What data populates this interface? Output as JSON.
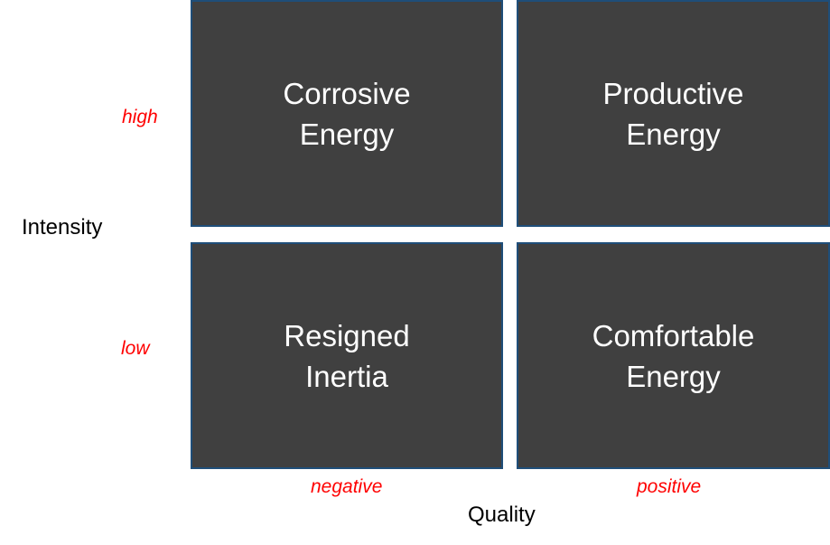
{
  "quadrants": {
    "top_left": "Corrosive\nEnergy",
    "top_right": "Productive\nEnergy",
    "bottom_left": "Resigned\nInertia",
    "bottom_right": "Comfortable\nEnergy"
  },
  "y_axis": {
    "title": "Intensity",
    "high": "high",
    "low": "low"
  },
  "x_axis": {
    "title": "Quality",
    "negative": "negative",
    "positive": "positive"
  },
  "colors": {
    "quadrant_fill": "#404040",
    "quadrant_border": "#1f4e79",
    "quadrant_text": "#ffffff",
    "tick_label": "#ff0000",
    "axis_title": "#000000"
  }
}
